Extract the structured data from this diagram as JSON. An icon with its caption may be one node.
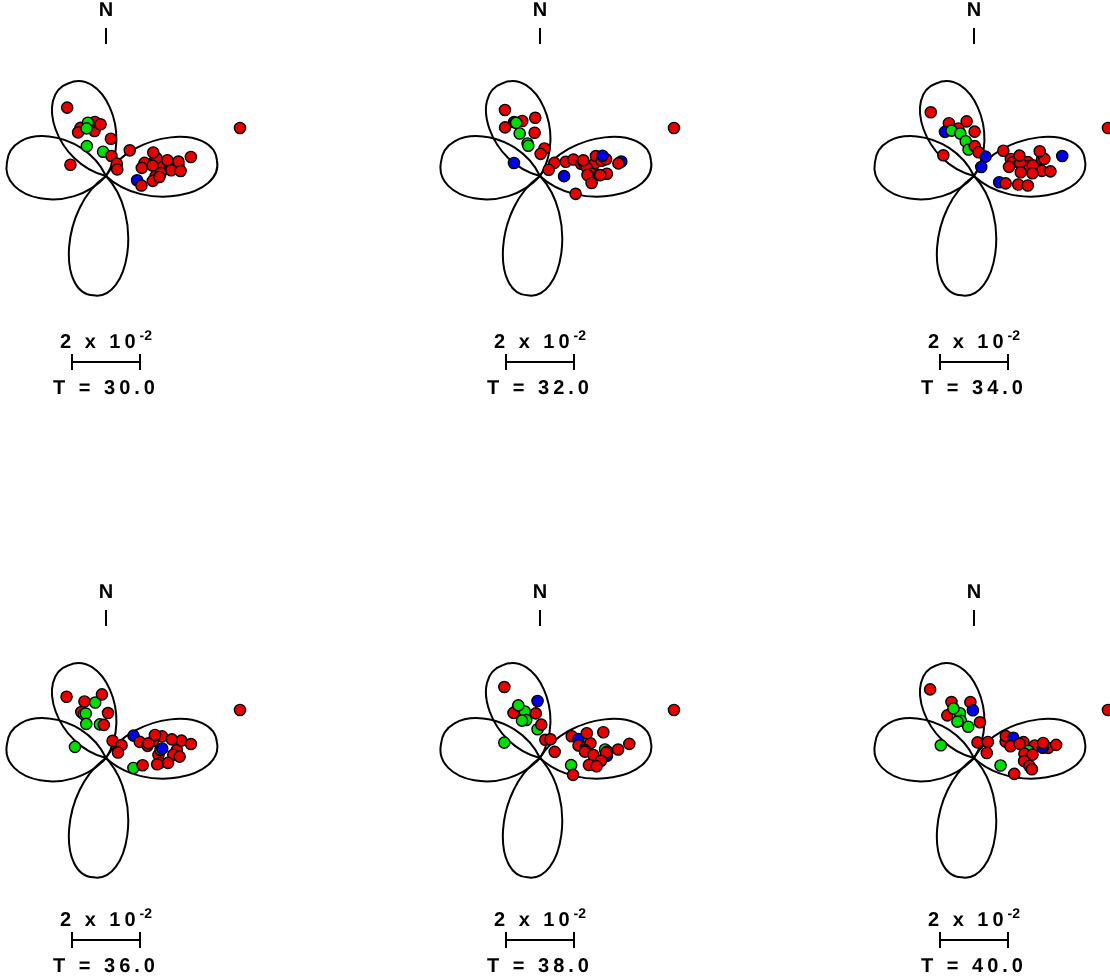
{
  "diagram": {
    "labels": [
      "N",
      "N",
      "N",
      "2 x 10$^{-2}$",
      "2 x 10$^{-2}$",
      "2 x 10$^{-2}$",
      "T = 30.0",
      "T = 32.0",
      "T = 34.0",
      "N",
      "N",
      "N",
      "2 x 10$^{-2}$",
      "2 x 10$^{-2}$",
      "2 x 10$^{-2}$",
      "T = 36.0",
      "T = 38.0",
      "T = 40.0"
    ]
  }
}
